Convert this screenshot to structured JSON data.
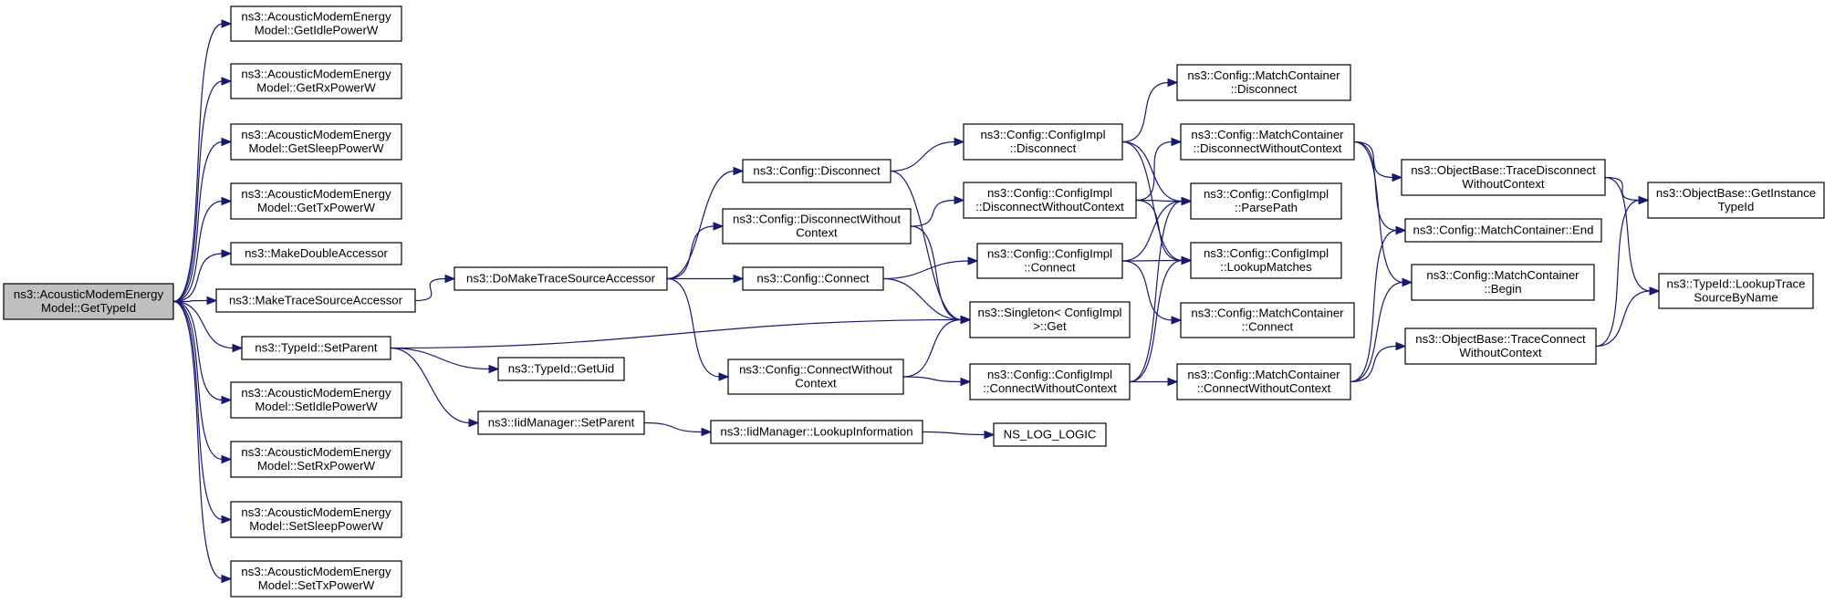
{
  "graph": {
    "root": "getTypeId",
    "nodes": [
      {
        "id": "getTypeId",
        "lines": [
          "ns3::AcousticModemEnergy",
          "Model::GetTypeId"
        ],
        "highlight": true
      },
      {
        "id": "getIdlePowerW",
        "lines": [
          "ns3::AcousticModemEnergy",
          "Model::GetIdlePowerW"
        ]
      },
      {
        "id": "getRxPowerW",
        "lines": [
          "ns3::AcousticModemEnergy",
          "Model::GetRxPowerW"
        ]
      },
      {
        "id": "getSleepPowerW",
        "lines": [
          "ns3::AcousticModemEnergy",
          "Model::GetSleepPowerW"
        ]
      },
      {
        "id": "getTxPowerW",
        "lines": [
          "ns3::AcousticModemEnergy",
          "Model::GetTxPowerW"
        ]
      },
      {
        "id": "makeDoubleAccessor",
        "lines": [
          "ns3::MakeDoubleAccessor"
        ]
      },
      {
        "id": "makeTraceSourceAccessor",
        "lines": [
          "ns3::MakeTraceSourceAccessor"
        ]
      },
      {
        "id": "typeIdSetParent",
        "lines": [
          "ns3::TypeId::SetParent"
        ]
      },
      {
        "id": "setIdlePowerW",
        "lines": [
          "ns3::AcousticModemEnergy",
          "Model::SetIdlePowerW"
        ]
      },
      {
        "id": "setRxPowerW",
        "lines": [
          "ns3::AcousticModemEnergy",
          "Model::SetRxPowerW"
        ]
      },
      {
        "id": "setSleepPowerW",
        "lines": [
          "ns3::AcousticModemEnergy",
          "Model::SetSleepPowerW"
        ]
      },
      {
        "id": "setTxPowerW",
        "lines": [
          "ns3::AcousticModemEnergy",
          "Model::SetTxPowerW"
        ]
      },
      {
        "id": "doMakeTraceSourceAccessor",
        "lines": [
          "ns3::DoMakeTraceSourceAccessor"
        ]
      },
      {
        "id": "typeIdGetUid",
        "lines": [
          "ns3::TypeId::GetUid"
        ]
      },
      {
        "id": "iidManagerSetParent",
        "lines": [
          "ns3::IidManager::SetParent"
        ]
      },
      {
        "id": "configDisconnect",
        "lines": [
          "ns3::Config::Disconnect"
        ]
      },
      {
        "id": "configDisconnectWithoutContext",
        "lines": [
          "ns3::Config::DisconnectWithout",
          "Context"
        ]
      },
      {
        "id": "configConnect",
        "lines": [
          "ns3::Config::Connect"
        ]
      },
      {
        "id": "configConnectWithoutContext",
        "lines": [
          "ns3::Config::ConnectWithout",
          "Context"
        ]
      },
      {
        "id": "iidManagerLookupInformation",
        "lines": [
          "ns3::IidManager::LookupInformation"
        ]
      },
      {
        "id": "implDisconnect",
        "lines": [
          "ns3::Config::ConfigImpl",
          "::Disconnect"
        ]
      },
      {
        "id": "implDisconnectWithoutContext",
        "lines": [
          "ns3::Config::ConfigImpl",
          "::DisconnectWithoutContext"
        ]
      },
      {
        "id": "implConnect",
        "lines": [
          "ns3::Config::ConfigImpl",
          "::Connect"
        ]
      },
      {
        "id": "singletonGet",
        "lines": [
          "ns3::Singleton< ConfigImpl",
          " >::Get"
        ]
      },
      {
        "id": "implConnectWithoutContext",
        "lines": [
          "ns3::Config::ConfigImpl",
          "::ConnectWithoutContext"
        ]
      },
      {
        "id": "nsLogLogic",
        "lines": [
          "NS_LOG_LOGIC"
        ]
      },
      {
        "id": "mcDisconnect",
        "lines": [
          "ns3::Config::MatchContainer",
          "::Disconnect"
        ]
      },
      {
        "id": "mcDisconnectWithoutContext",
        "lines": [
          "ns3::Config::MatchContainer",
          "::DisconnectWithoutContext"
        ]
      },
      {
        "id": "implParsePath",
        "lines": [
          "ns3::Config::ConfigImpl",
          "::ParsePath"
        ]
      },
      {
        "id": "implLookupMatches",
        "lines": [
          "ns3::Config::ConfigImpl",
          "::LookupMatches"
        ]
      },
      {
        "id": "mcConnect",
        "lines": [
          "ns3::Config::MatchContainer",
          "::Connect"
        ]
      },
      {
        "id": "mcConnectWithoutContext",
        "lines": [
          "ns3::Config::MatchContainer",
          "::ConnectWithoutContext"
        ]
      },
      {
        "id": "obTraceDisconnectWithoutContext",
        "lines": [
          "ns3::ObjectBase::TraceDisconnect",
          "WithoutContext"
        ]
      },
      {
        "id": "mcEnd",
        "lines": [
          "ns3::Config::MatchContainer::End"
        ]
      },
      {
        "id": "mcBegin",
        "lines": [
          "ns3::Config::MatchContainer",
          "::Begin"
        ]
      },
      {
        "id": "obTraceConnectWithoutContext",
        "lines": [
          "ns3::ObjectBase::TraceConnect",
          "WithoutContext"
        ]
      },
      {
        "id": "obGetInstanceTypeId",
        "lines": [
          "ns3::ObjectBase::GetInstance",
          "TypeId"
        ]
      },
      {
        "id": "typeIdLookupTraceSourceByName",
        "lines": [
          "ns3::TypeId::LookupTrace",
          "SourceByName"
        ]
      }
    ],
    "edges": [
      [
        "getTypeId",
        "getIdlePowerW"
      ],
      [
        "getTypeId",
        "getRxPowerW"
      ],
      [
        "getTypeId",
        "getSleepPowerW"
      ],
      [
        "getTypeId",
        "getTxPowerW"
      ],
      [
        "getTypeId",
        "makeDoubleAccessor"
      ],
      [
        "getTypeId",
        "makeTraceSourceAccessor"
      ],
      [
        "getTypeId",
        "typeIdSetParent"
      ],
      [
        "getTypeId",
        "setIdlePowerW"
      ],
      [
        "getTypeId",
        "setRxPowerW"
      ],
      [
        "getTypeId",
        "setSleepPowerW"
      ],
      [
        "getTypeId",
        "setTxPowerW"
      ],
      [
        "makeTraceSourceAccessor",
        "doMakeTraceSourceAccessor"
      ],
      [
        "typeIdSetParent",
        "singletonGet"
      ],
      [
        "typeIdSetParent",
        "typeIdGetUid"
      ],
      [
        "typeIdSetParent",
        "iidManagerSetParent"
      ],
      [
        "doMakeTraceSourceAccessor",
        "configDisconnect"
      ],
      [
        "doMakeTraceSourceAccessor",
        "configDisconnectWithoutContext"
      ],
      [
        "doMakeTraceSourceAccessor",
        "configConnect"
      ],
      [
        "doMakeTraceSourceAccessor",
        "configConnectWithoutContext"
      ],
      [
        "iidManagerSetParent",
        "iidManagerLookupInformation"
      ],
      [
        "iidManagerLookupInformation",
        "nsLogLogic"
      ],
      [
        "configDisconnect",
        "implDisconnect"
      ],
      [
        "configDisconnect",
        "singletonGet"
      ],
      [
        "configDisconnectWithoutContext",
        "implDisconnectWithoutContext"
      ],
      [
        "configDisconnectWithoutContext",
        "singletonGet"
      ],
      [
        "configConnect",
        "implConnect"
      ],
      [
        "configConnect",
        "singletonGet"
      ],
      [
        "configConnectWithoutContext",
        "singletonGet"
      ],
      [
        "configConnectWithoutContext",
        "implConnectWithoutContext"
      ],
      [
        "implDisconnect",
        "mcDisconnect"
      ],
      [
        "implDisconnect",
        "implParsePath"
      ],
      [
        "implDisconnect",
        "implLookupMatches"
      ],
      [
        "implDisconnectWithoutContext",
        "mcDisconnectWithoutContext"
      ],
      [
        "implDisconnectWithoutContext",
        "implParsePath"
      ],
      [
        "implDisconnectWithoutContext",
        "implLookupMatches"
      ],
      [
        "implConnect",
        "implParsePath"
      ],
      [
        "implConnect",
        "implLookupMatches"
      ],
      [
        "implConnect",
        "mcConnect"
      ],
      [
        "implConnectWithoutContext",
        "implParsePath"
      ],
      [
        "implConnectWithoutContext",
        "implLookupMatches"
      ],
      [
        "implConnectWithoutContext",
        "mcConnectWithoutContext"
      ],
      [
        "mcDisconnectWithoutContext",
        "obTraceDisconnectWithoutContext"
      ],
      [
        "mcDisconnectWithoutContext",
        "mcEnd"
      ],
      [
        "mcDisconnectWithoutContext",
        "mcBegin"
      ],
      [
        "mcConnectWithoutContext",
        "mcEnd"
      ],
      [
        "mcConnectWithoutContext",
        "mcBegin"
      ],
      [
        "mcConnectWithoutContext",
        "obTraceConnectWithoutContext"
      ],
      [
        "obTraceDisconnectWithoutContext",
        "obGetInstanceTypeId"
      ],
      [
        "obTraceDisconnectWithoutContext",
        "typeIdLookupTraceSourceByName"
      ],
      [
        "obTraceConnectWithoutContext",
        "obGetInstanceTypeId"
      ],
      [
        "obTraceConnectWithoutContext",
        "typeIdLookupTraceSourceByName"
      ]
    ]
  }
}
